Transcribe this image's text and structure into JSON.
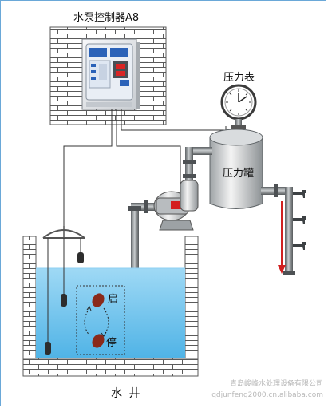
{
  "labels": {
    "controller_title": "水泵控制器A8",
    "pressure_gauge": "压力表",
    "pressure_tank": "压力罐",
    "float_start": "启",
    "float_stop": "停",
    "well": "水 井"
  },
  "watermark": {
    "line1": "青岛峻峰水处理设备有限公司",
    "line2": "qdjunfeng2000.cn.alibaba.com"
  },
  "colors": {
    "brick": "#ffffff",
    "mortar": "#555555",
    "water": "#6cc2ee",
    "pipe": "#8a8f92",
    "tank": "#e8e8e8",
    "accent_red": "#cc1e1e",
    "flow_arrow": "#d02020"
  }
}
